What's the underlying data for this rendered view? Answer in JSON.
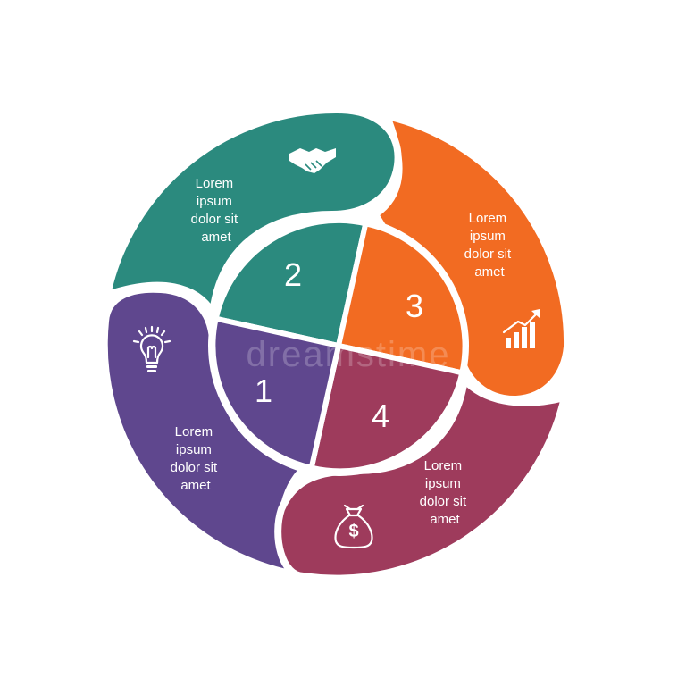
{
  "segments": [
    {
      "number": "1",
      "lines": [
        "Lorem",
        "ipsum",
        "dolor sit",
        "amet"
      ],
      "icon": "lightbulb-icon",
      "color": "#5f478e"
    },
    {
      "number": "2",
      "lines": [
        "Lorem",
        "ipsum",
        "dolor sit",
        "amet"
      ],
      "icon": "handshake-icon",
      "color": "#2b8a7e"
    },
    {
      "number": "3",
      "lines": [
        "Lorem",
        "ipsum",
        "dolor sit",
        "amet"
      ],
      "icon": "growth-chart-icon",
      "color": "#f26b22"
    },
    {
      "number": "4",
      "lines": [
        "Lorem",
        "ipsum",
        "dolor sit",
        "amet"
      ],
      "icon": "money-bag-icon",
      "color": "#9e3b5c"
    }
  ],
  "watermark": "dreamstime"
}
